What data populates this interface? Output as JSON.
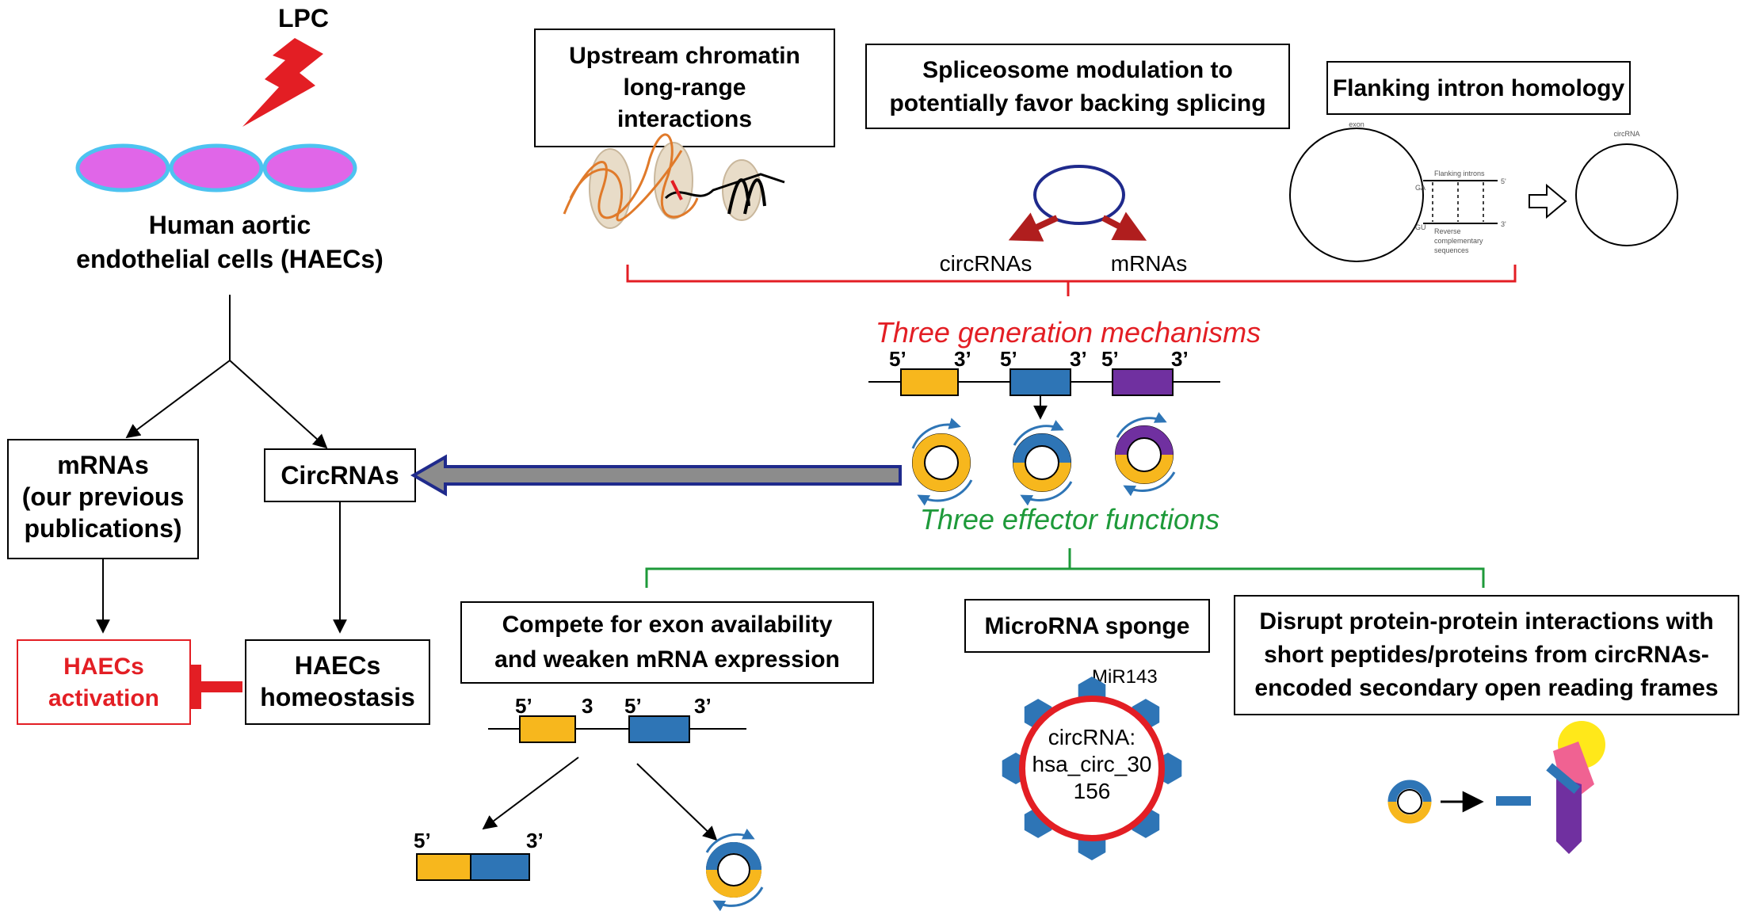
{
  "lpc": {
    "label": "LPC"
  },
  "haecs": {
    "line1": "Human aortic",
    "line2": "endothelial cells (HAECs)"
  },
  "mrnas_box": {
    "line1": "mRNAs",
    "line2": "(our previous",
    "line3": "publications)"
  },
  "circrnas_box": {
    "label": "CircRNAs"
  },
  "activation_box": {
    "line1": "HAECs",
    "line2": "activation"
  },
  "homeostasis_box": {
    "line1": "HAECs",
    "line2": "homeostasis"
  },
  "mechanisms": {
    "chromatin": {
      "line1": "Upstream chromatin",
      "line2": "long-range",
      "line3": "interactions"
    },
    "spliceosome": {
      "line1": "Spliceosome modulation to",
      "line2": "potentially favor backing splicing",
      "left_label": "circRNAs",
      "right_label": "mRNAs"
    },
    "intron": {
      "title": "Flanking intron homology",
      "exon_label": "exon",
      "circrna_label": "circRNA",
      "ga": "GA",
      "gu": "GU",
      "flanking_introns": "Flanking introns",
      "five": "5'",
      "three": "3'",
      "reverse1": "Reverse",
      "reverse2": "complementary",
      "reverse3": "sequences"
    },
    "heading": "Three generation mechanisms"
  },
  "exon_strip": {
    "five": "5’",
    "three": "3’"
  },
  "effector_heading": "Three effector functions",
  "functions": {
    "compete": {
      "line1": "Compete for exon availability",
      "line2": "and weaken mRNA expression",
      "top_five_a": "5’",
      "top_three_a": "3",
      "top_five_b": "5’",
      "top_three_b": "3’",
      "bottom_five": "5’",
      "bottom_three": "3’"
    },
    "sponge": {
      "title": "MicroRNA sponge",
      "mir": "MiR143",
      "circ_line1": "circRNA:",
      "circ_line2": "hsa_circ_30",
      "circ_line3": "156"
    },
    "disrupt": {
      "line1": "Disrupt protein-protein interactions with",
      "line2": "short peptides/proteins from circRNAs-",
      "line3": "encoded secondary open reading frames"
    }
  },
  "colors": {
    "yellow": "#F7B71D",
    "blue": "#2E75B6",
    "purple": "#7030A0",
    "red": "#E31E24",
    "green": "#1E9A3A",
    "magenta": "#E066E8",
    "cyan": "#4DC3F0",
    "navy": "#1F2A8C",
    "gray": "#8C8C8C",
    "darkred": "#B01E1E",
    "pink": "#F06292",
    "lemon": "#FFE81A"
  }
}
